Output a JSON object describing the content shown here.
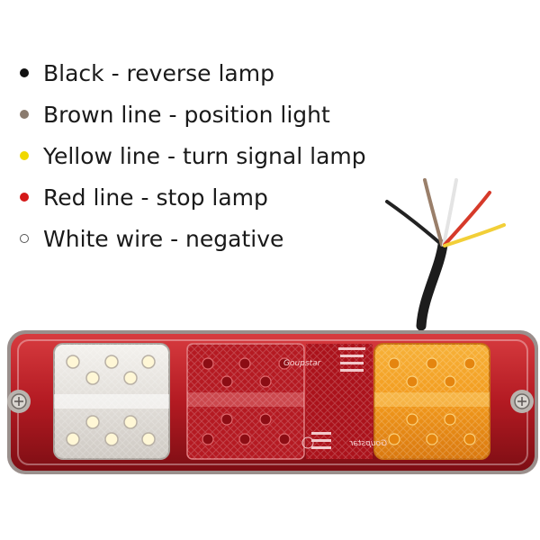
{
  "legend": [
    {
      "label": "Black - reverse lamp",
      "color": "#111111"
    },
    {
      "label": "Brown line - position light",
      "color": "#8a7b6e"
    },
    {
      "label": "Yellow line - turn signal lamp",
      "color": "#f0d800"
    },
    {
      "label": "Red line - stop lamp",
      "color": "#d41818"
    },
    {
      "label": "White wire - negative",
      "color": "#ffffff"
    }
  ],
  "product": {
    "brand_mark": "Goupstar",
    "wire_colors": {
      "black": "#222222",
      "brown": "#9a7f6a",
      "white": "#eeeeee",
      "red": "#d63a2a",
      "yellow": "#f2cf38"
    },
    "lens_colors": {
      "reverse": "#e8e6e2",
      "stop": "#b1111b",
      "turn": "#f29a1c"
    }
  }
}
